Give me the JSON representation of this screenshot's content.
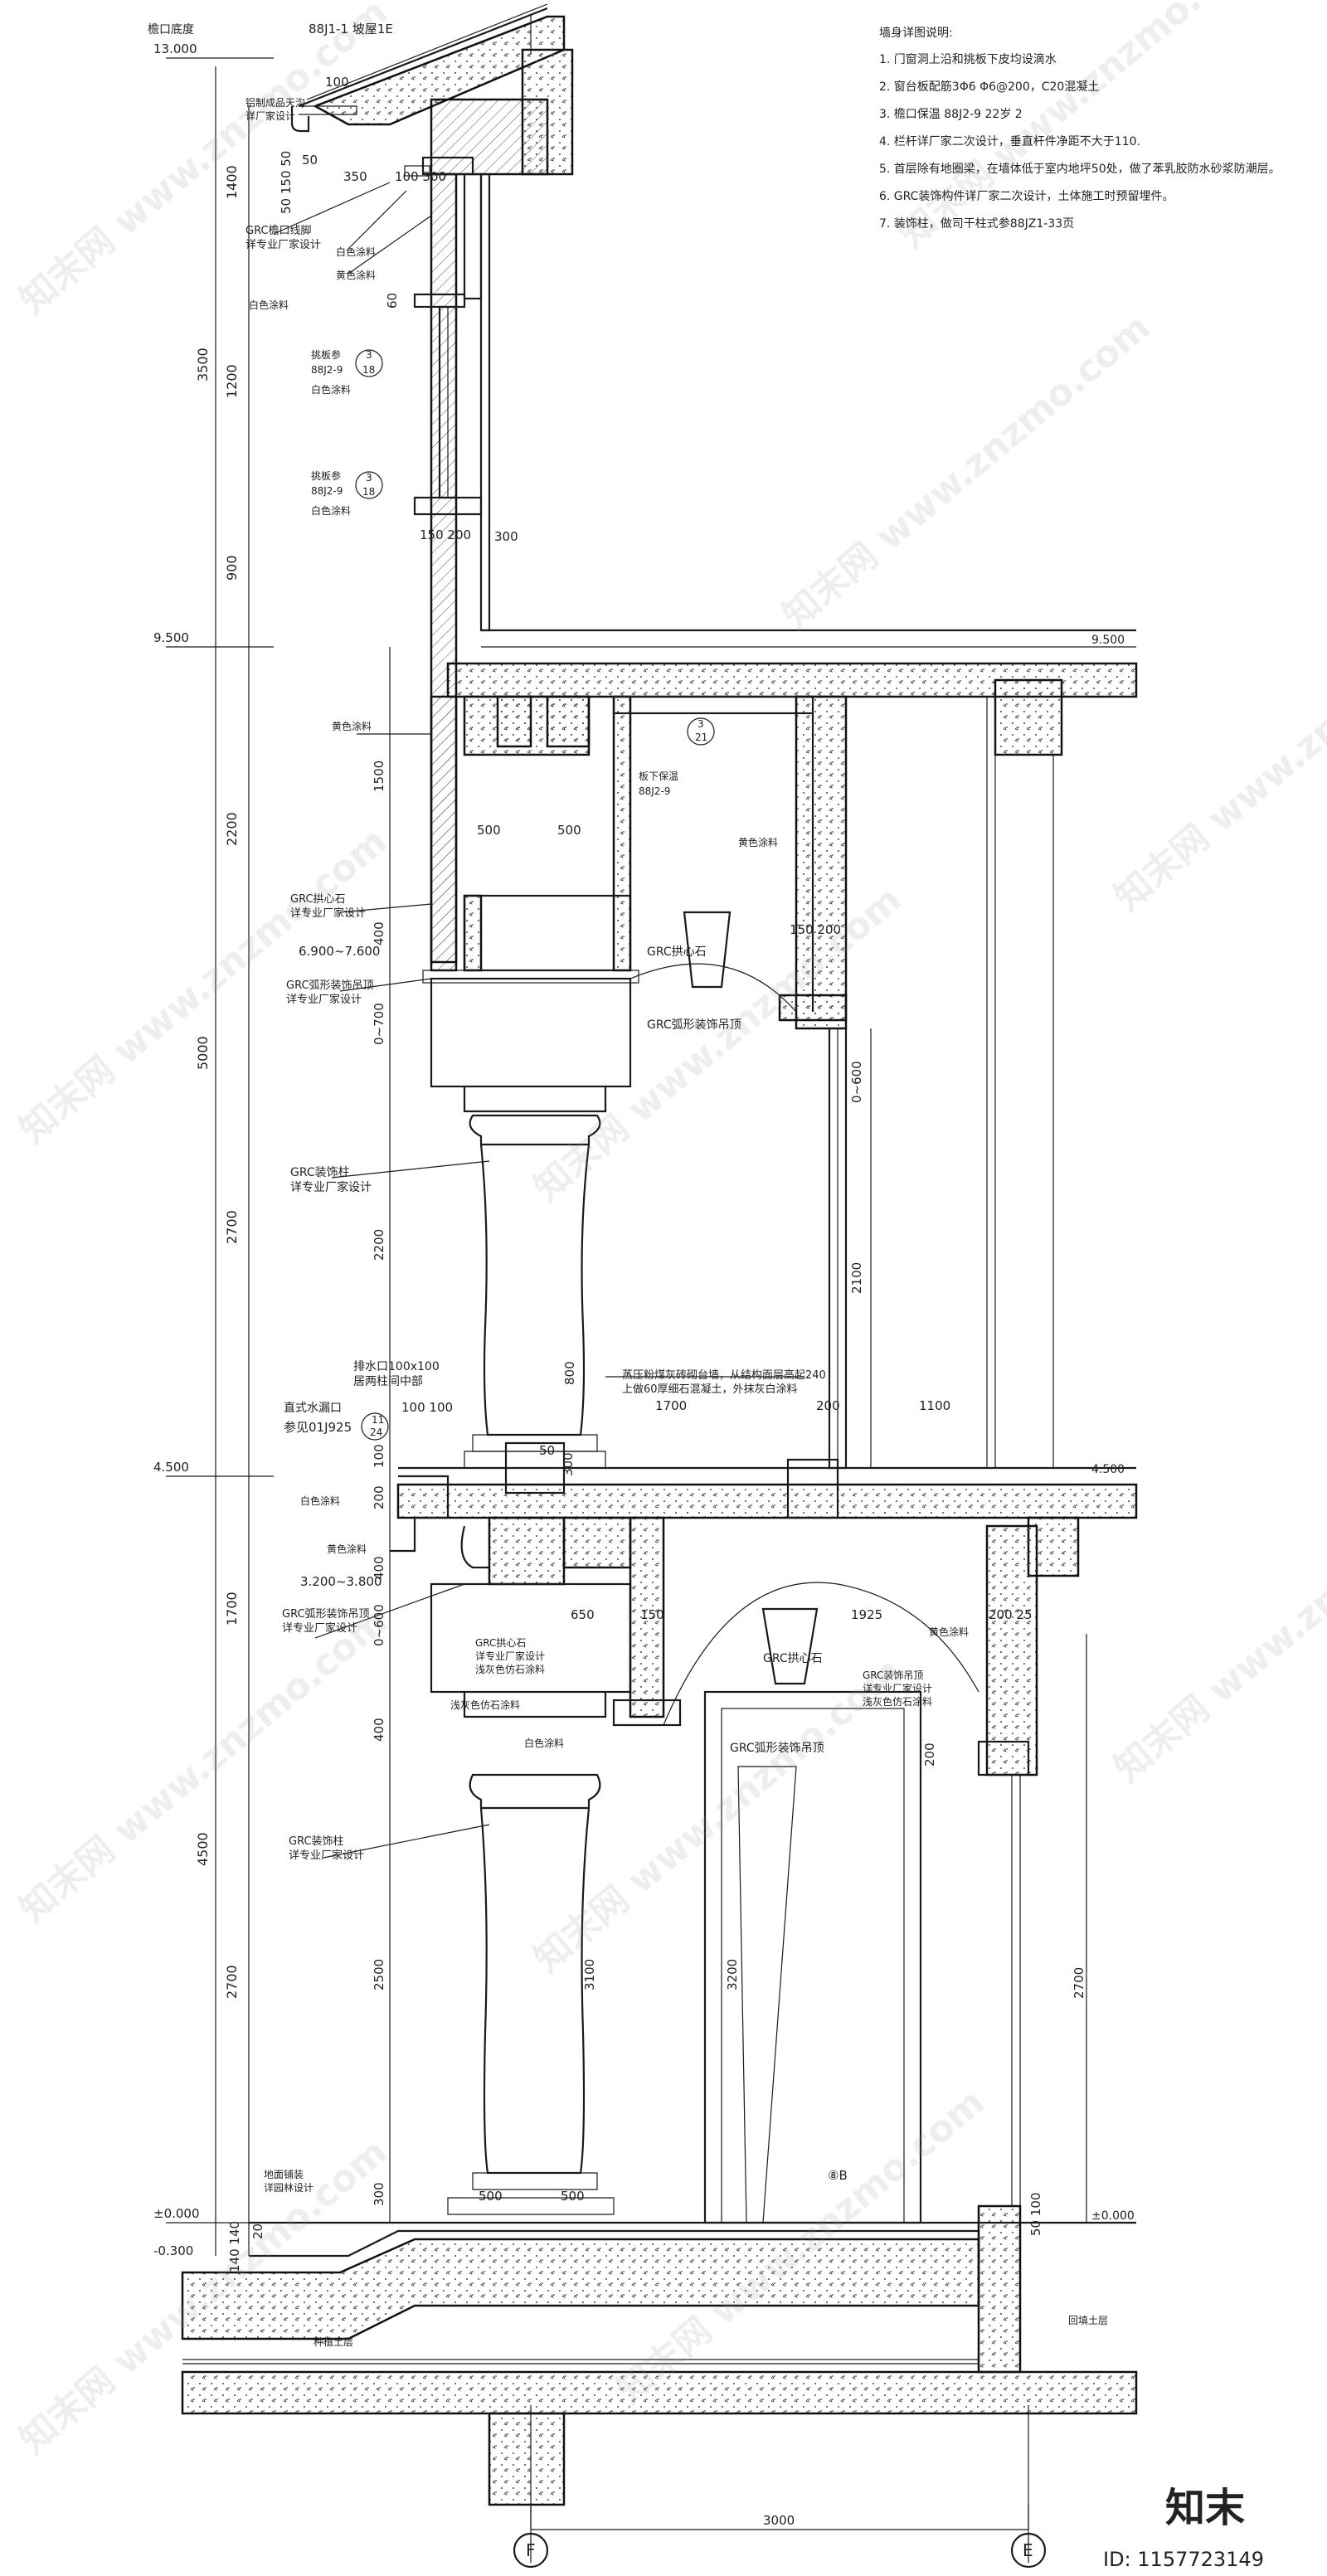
{
  "notes": {
    "title": "墙身详图说明:",
    "items": [
      "1. 门窗洞上沿和挑板下皮均设滴水",
      "2. 窗台板配筋3Φ6 Φ6@200，C20混凝土",
      "3. 檐口保温 88J2-9 22岁 2",
      "4. 栏杆详厂家二次设计，垂直杆件净距不大于110.",
      "5. 首层除有地圈梁，在墙体低于室内地坪50处，做了苯乳胶防水砂浆防潮层。",
      "6. GRC装饰构件详厂家二次设计，土体施工时预留埋件。",
      "7. 装饰柱，做司干柱式参88JZ1-33页"
    ]
  },
  "elevations": [
    {
      "label": "檐口底度",
      "value": "13.000"
    },
    {
      "value": "9.500"
    },
    {
      "value": "4.500"
    },
    {
      "value": "±0.000"
    },
    {
      "value": "-0.300"
    }
  ],
  "right_elevations": [
    "9.500",
    "4.500",
    "±0.000"
  ],
  "outer_dims": [
    "3500",
    "5000",
    "4500"
  ],
  "inner_dims": [
    "1400",
    "1200",
    "900",
    "2200",
    "2700",
    "1700",
    "2700"
  ],
  "col_dims": [
    "1500",
    "400",
    "0~700",
    "2200",
    "100",
    "200",
    "400",
    "0~600",
    "400",
    "2500",
    "300"
  ],
  "dims_misc": {
    "d100": "100",
    "d50": "50",
    "d5015050": "50 150 50",
    "d350": "350",
    "d100300": "100 300",
    "d60": "60",
    "d150200": "150 200",
    "d300": "300",
    "d500a": "500",
    "d500b": "500",
    "d150200b": "150 200",
    "d0600a": "0~600",
    "d2100": "2100",
    "d800": "800",
    "d100100": "100 100",
    "d1700": "1700",
    "d200": "200",
    "d1100": "1100",
    "d300b": "300",
    "d50b": "50",
    "d650": "650",
    "d150": "150",
    "d1925": "1925",
    "d20025": "200 25",
    "d3100": "3100",
    "d3200": "3200",
    "d2700r": "2700",
    "d200r": "200",
    "d500c": "500",
    "d500d": "500",
    "d50100": "50 100",
    "d3000": "3000",
    "d140": "140 140",
    "d20": "20",
    "d8B": "⑧B"
  },
  "labels": {
    "eave_ref": "88J1-1 坡屋1E",
    "gutter": "铝制成品天沟\n详厂家设计",
    "grc_eave": "GRC檐口线脚\n详专业厂家设计",
    "white1": "白色涂料",
    "yellow1": "黄色涂料",
    "white2": "白色涂料",
    "shelf1": "挑板参",
    "shelf1_ref": "88J2-9",
    "shelf1_w": "白色涂料",
    "shelf2": "挑板参",
    "shelf2_ref": "88J2-9",
    "shelf2_w": "白色涂料",
    "yellow2": "黄色涂料",
    "keystone1": "GRC拱心石\n详专业厂家设计",
    "range1": "6.900~7.600",
    "arch1": "GRC弧形装饰吊顶\n详专业厂家设计",
    "slab_ins": "板下保温",
    "slab_ins_ref": "88J2-9",
    "yellow3": "黄色涂料",
    "keystone1b": "GRC拱心石",
    "arch1b": "GRC弧形装饰吊顶",
    "col1": "GRC装饰柱\n详专业厂家设计",
    "drain": "排水口100x100\n居两柱间中部",
    "downpipe": "直式水漏口",
    "downpipe_ref": "参见01J925",
    "wall_note": "蒸压粉煤灰砖砌台墙，从结构面层高起240\n上做60厚细石混凝土，外抹灰白涂料",
    "white3": "白色涂料",
    "yellow4": "黄色涂料",
    "range2": "3.200~3.800",
    "arch2": "GRC弧形装饰吊顶\n详专业厂家设计",
    "keystone2": "GRC拱心石\n详专业厂家设计\n浅灰色仿石涂料",
    "grey1": "浅灰色仿石涂料",
    "white4": "白色涂料",
    "keystone3": "GRC拱心石",
    "yellow5": "黄色涂料",
    "arch3": "GRC装饰吊顶\n详专业厂家设计\n浅灰色仿石涂料",
    "arch4": "GRC弧形装饰吊顶",
    "col2": "GRC装饰柱\n详专业厂家设计",
    "paving": "地面铺装\n详园林设计",
    "soil1": "种植土层",
    "soil2": "回填土层",
    "axis_f": "F",
    "axis_e": "E",
    "circle_3": "3",
    "circle_18a": "18",
    "circle_18b": "18",
    "circle_3b": "3",
    "circle_3c": "3",
    "circle_21": "21",
    "circle_11": "11",
    "circle_24": "24",
    "watermark": "知末网 www.znzmo.com",
    "brand": "知末",
    "id_text": "ID: 1157723149"
  },
  "colors": {
    "line": "#1a1a1a",
    "watermark": "#9a9a9a"
  }
}
